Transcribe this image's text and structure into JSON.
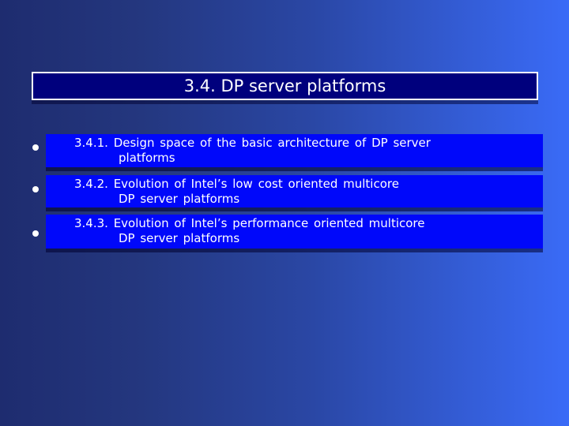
{
  "slide": {
    "title": "3.4. DP server platforms",
    "items": [
      {
        "line1": "3.4.1. Design space of the basic architecture of DP server",
        "line2": "platforms"
      },
      {
        "line1": "3.4.2. Evolution of Intel’s low cost oriented multicore",
        "line2": "DP server platforms"
      },
      {
        "line1": "3.4.3. Evolution of Intel’s performance oriented multicore",
        "line2": "DP server platforms"
      }
    ],
    "colors": {
      "background_left": "#1e2c6f",
      "background_right": "#3a6bf7",
      "title_bar_fill": "#00007d",
      "title_bar_border": "#ffffff",
      "item_box_fill": "#0008fa",
      "shadow": "#00002d",
      "text": "#ffffff",
      "bullet": "#ffffff"
    }
  }
}
